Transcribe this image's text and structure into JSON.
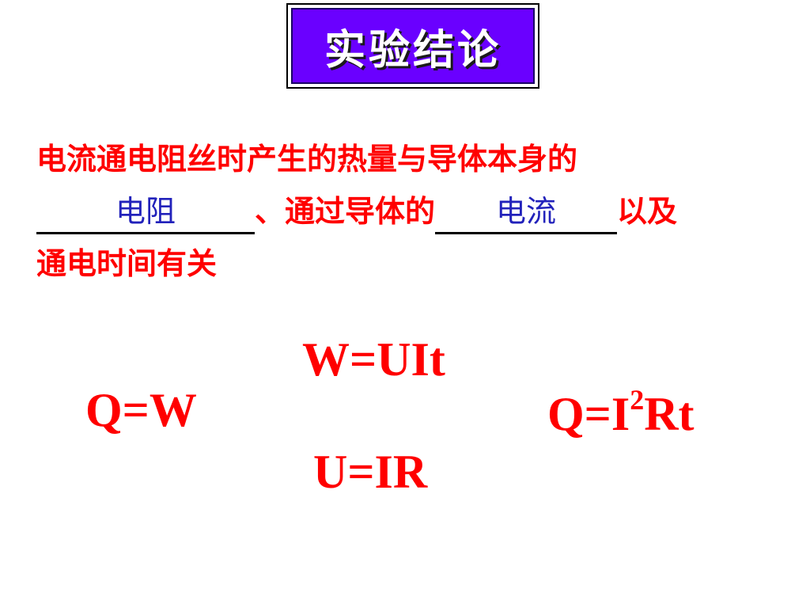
{
  "title": "实验结论",
  "paragraph": {
    "line1": "电流通电阻丝时产生的热量与导体本身的",
    "blank1_answer": "电阻",
    "middle_text": "、通过导体的",
    "blank2_answer": "电流",
    "after_blank2": "以及",
    "line3": "通电时间有关"
  },
  "formulas": {
    "w_uit": "W=UIt",
    "q_w": "Q=W",
    "q_rt_prefix": "Q=I",
    "q_rt_exponent": "2",
    "q_rt_suffix": "Rt",
    "u_ir": "U=IR"
  },
  "colors": {
    "title_background": "#6a00ff",
    "text_red": "#ff0000",
    "answer_blue": "#2222bb"
  }
}
